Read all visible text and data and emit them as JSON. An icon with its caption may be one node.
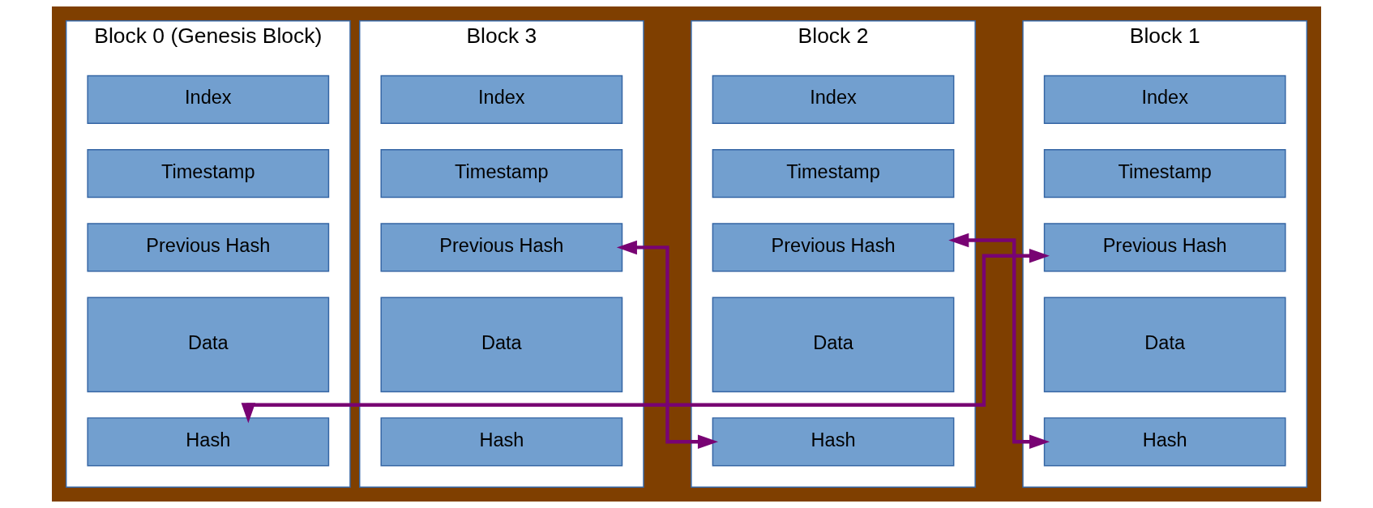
{
  "diagram": {
    "nodes": [
      {
        "text": [
          "Block 0 (Genesis Block)"
        ]
      },
      {
        "text": [
          "Index"
        ],
        "in": 0
      },
      {
        "text": [
          "Timestamp"
        ],
        "in": 0
      },
      {
        "text": [
          "Previous Hash"
        ],
        "in": 0
      },
      {
        "text": [
          "Data"
        ],
        "in": 0
      },
      {
        "text": [
          "Hash"
        ],
        "in": 0
      },
      {
        "text": [
          "Block 1"
        ]
      },
      {
        "text": [
          "Index"
        ],
        "in": 6
      },
      {
        "text": [
          "Timestamp"
        ],
        "in": 6
      },
      {
        "text": [
          "Previous Hash"
        ],
        "in": 6
      },
      {
        "text": [
          "Data"
        ],
        "in": 6
      },
      {
        "text": [
          "Hash"
        ],
        "in": 6
      },
      {
        "text": [
          "Block 2"
        ]
      },
      {
        "text": [
          "Index"
        ],
        "in": 12
      },
      {
        "text": [
          "Timestamp"
        ],
        "in": 12
      },
      {
        "text": [
          "Previous Hash"
        ],
        "in": 12
      },
      {
        "text": [
          "Data"
        ],
        "in": 12
      },
      {
        "text": [
          "Hash"
        ],
        "in": 12
      },
      {
        "text": [
          "Block 3"
        ]
      },
      {
        "text": [
          "Index"
        ],
        "in": 18
      },
      {
        "text": [
          "Timestamp"
        ],
        "in": 18
      },
      {
        "text": [
          "Previous Hash"
        ],
        "in": 18
      },
      {
        "text": [
          "Data"
        ],
        "in": 18
      },
      {
        "text": [
          "Hash"
        ],
        "in": 18
      }
    ],
    "edges": [
      {
        "from": 5,
        "to": 9,
        "arrow": "both"
      },
      {
        "from": 11,
        "to": 15,
        "arrow": "both"
      },
      {
        "from": 17,
        "to": 21,
        "arrow": "both"
      }
    ]
  }
}
